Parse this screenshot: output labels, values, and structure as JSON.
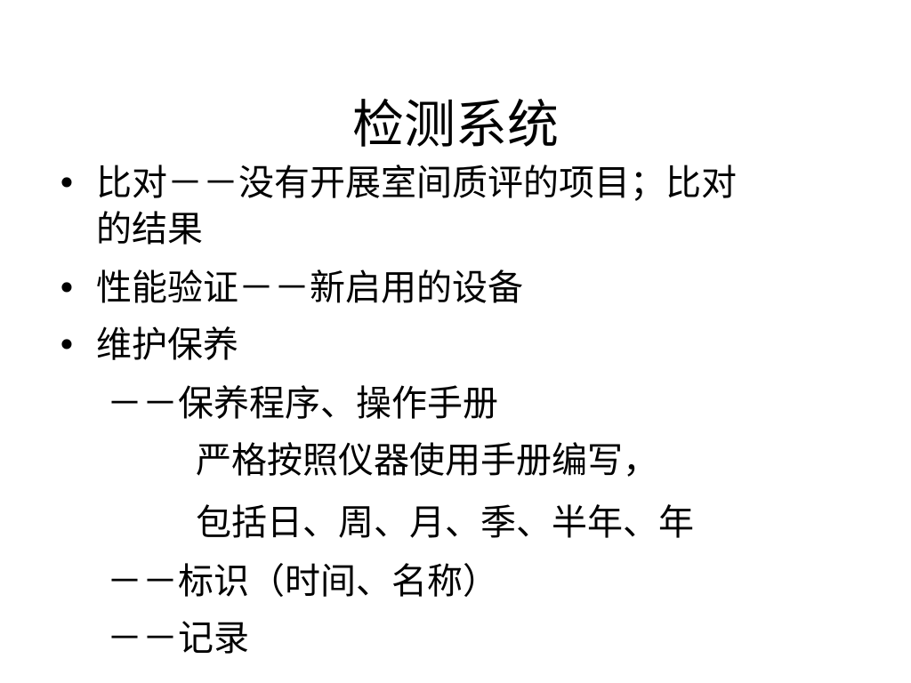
{
  "slide": {
    "title": "检测系统",
    "bullets": [
      {
        "marker": "•",
        "line1": "比对－－没有开展室间质评的项目；比对",
        "line2": "的结果"
      },
      {
        "marker": "•",
        "text": "性能验证－－新启用的设备"
      },
      {
        "marker": "•",
        "text": "维护保养"
      }
    ],
    "sub_items": [
      "－－保养程序、操作手册",
      "严格按照仪器使用手册编写，",
      "包括日、周、月、季、半年、年",
      "－－标识（时间、名称）",
      "－－记录"
    ]
  }
}
